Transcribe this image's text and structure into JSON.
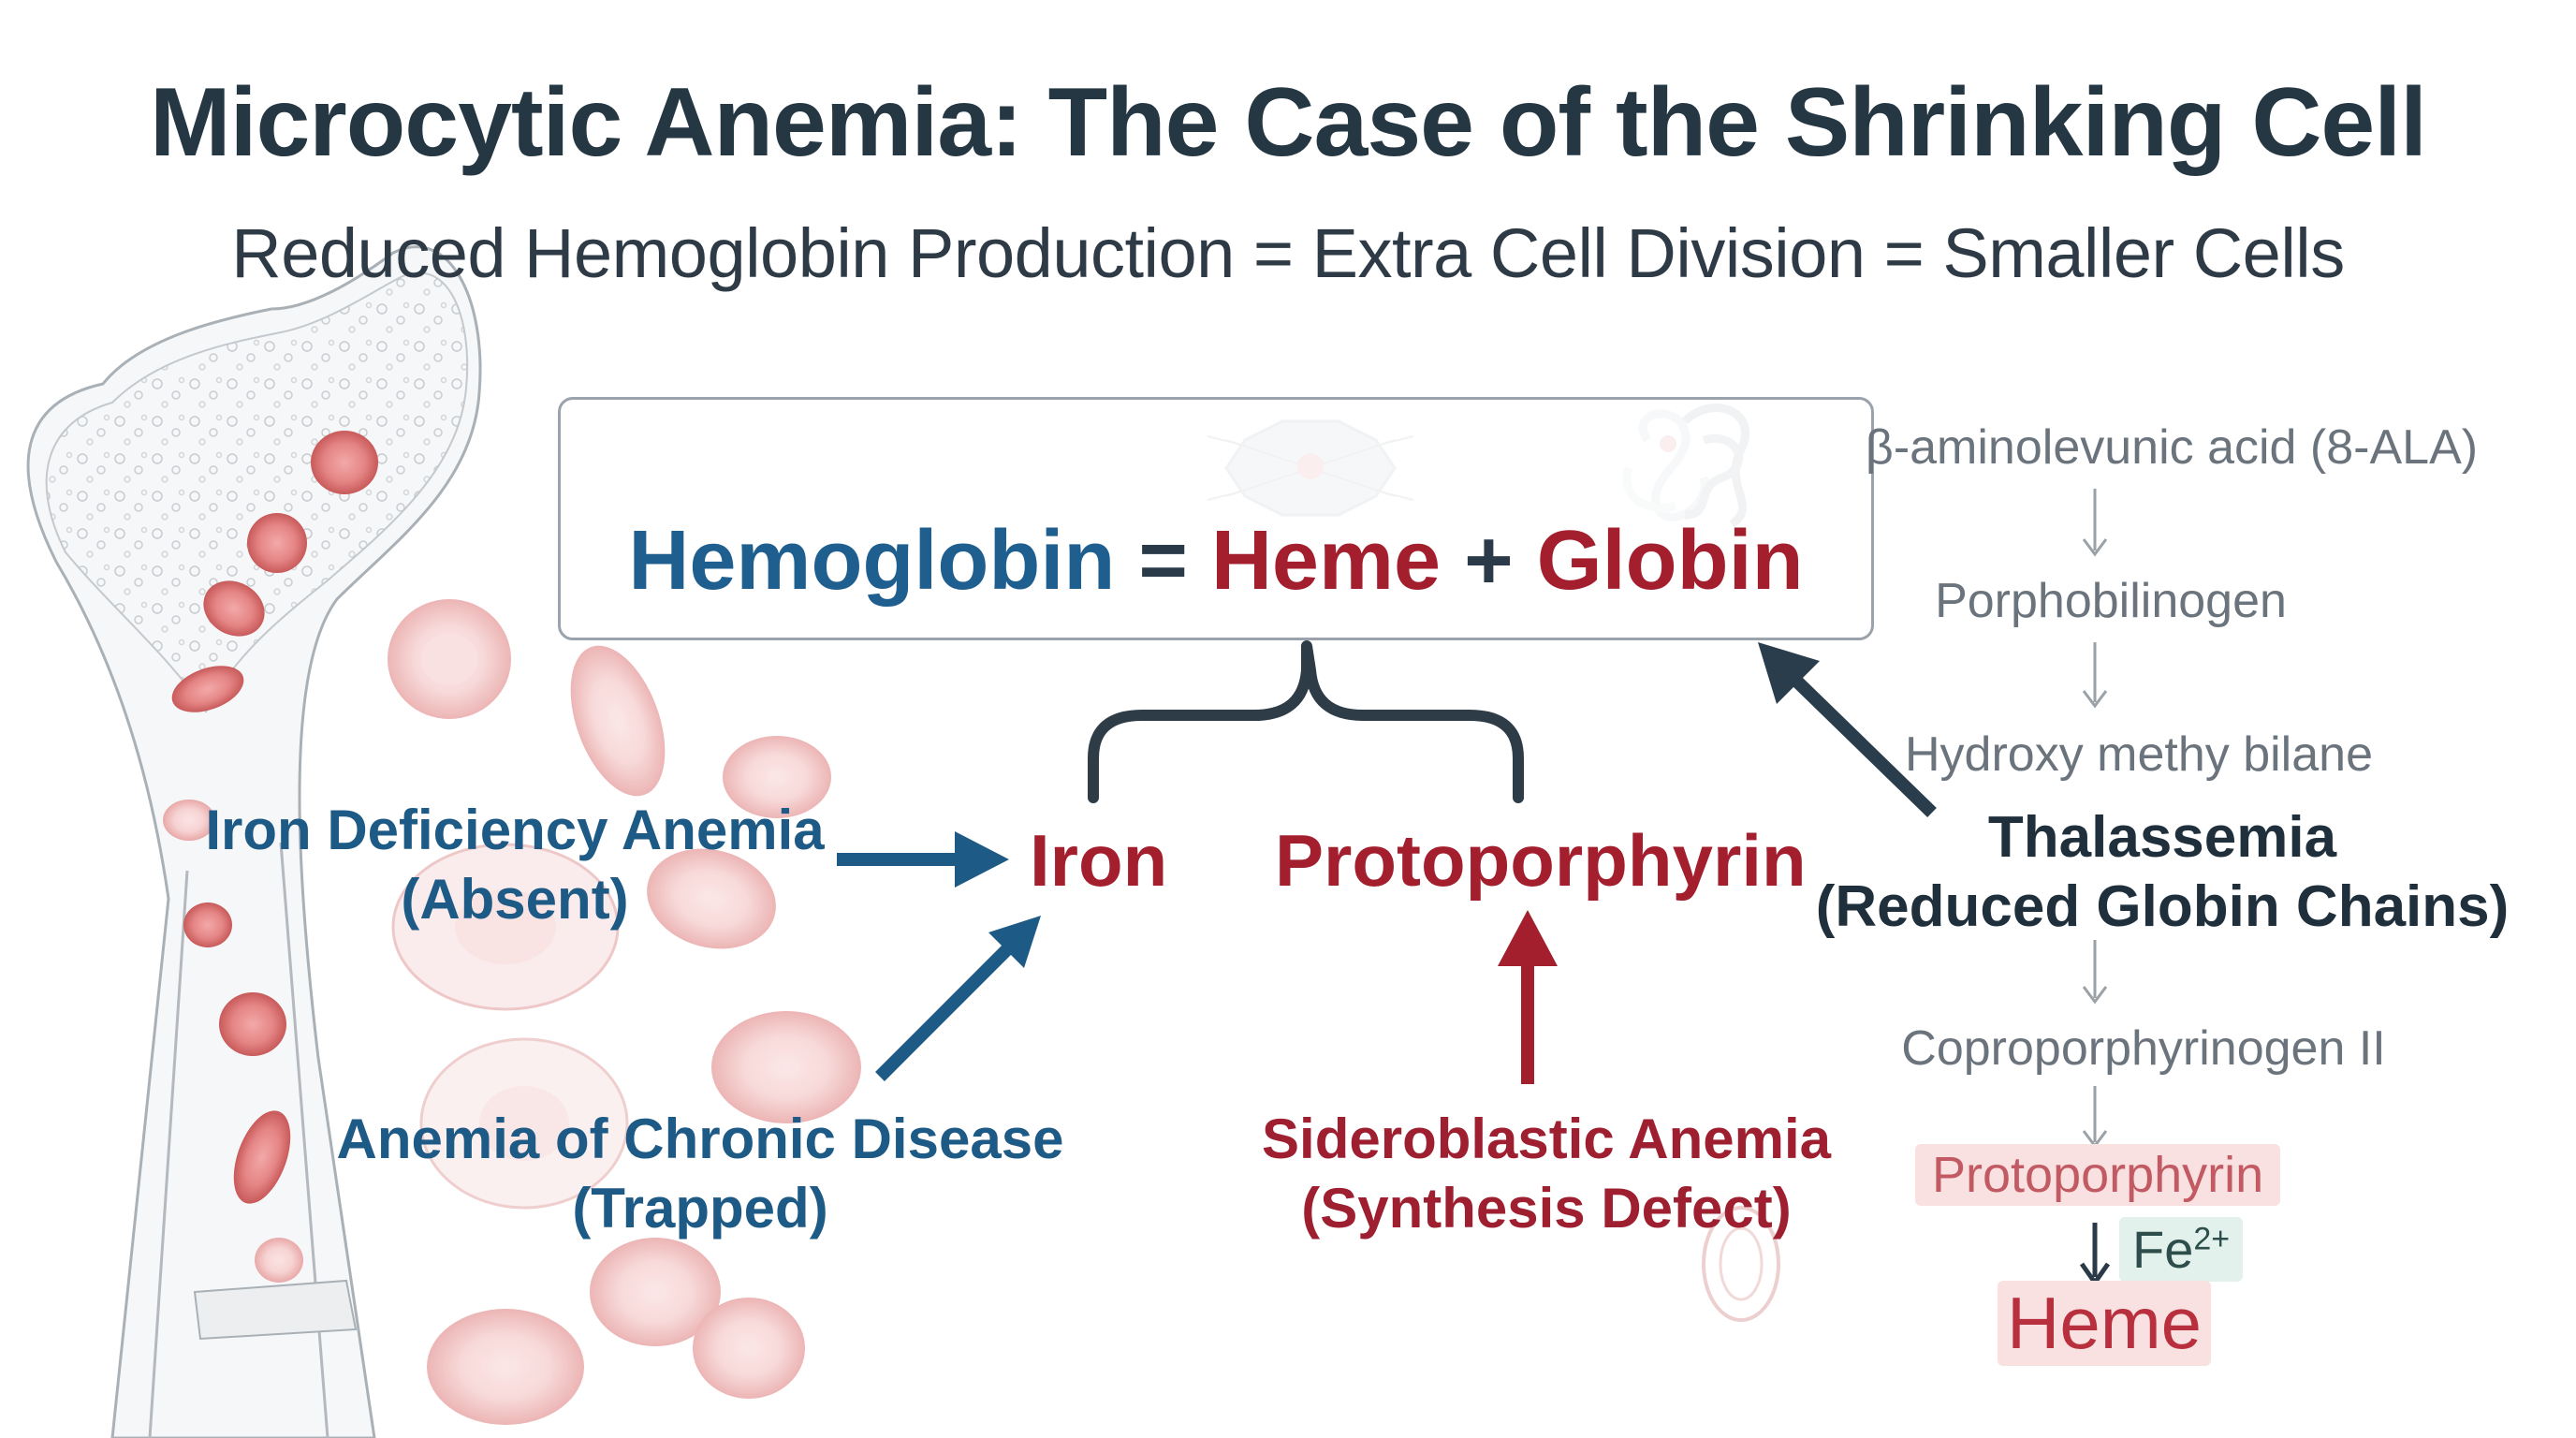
{
  "header": {
    "title": "Microcytic Anemia: The Case of the Shrinking Cell",
    "subtitle": "Reduced Hemoglobin Production = Extra Cell Division = Smaller Cells"
  },
  "equation": {
    "hemoglobin": "Hemoglobin",
    "equals": "=",
    "heme": "Heme",
    "plus": "+",
    "globin": "Globin"
  },
  "components": {
    "iron": "Iron",
    "protoporphyrin": "Protoporphyrin"
  },
  "causes": {
    "iron_deficiency": {
      "name": "Iron Deficiency Anemia",
      "note": "(Absent)"
    },
    "chronic_disease": {
      "name": "Anemia of Chronic Disease",
      "note": "(Trapped)"
    },
    "sideroblastic": {
      "name": "Sideroblastic Anemia",
      "note": "(Synthesis Defect)"
    },
    "thalassemia": {
      "name": "Thalassemia",
      "note": "(Reduced Globin Chains)"
    }
  },
  "pathway": {
    "step1": "β-aminolevunic acid (8-ALA)",
    "step2": "Porphobilinogen",
    "step3": "Hydroxy methy bilane",
    "step4": "Coproporphyrinogen II",
    "step5": "Protoporphyrin",
    "cofactor": "Fe",
    "cofactor_charge": "2+",
    "product": "Heme"
  },
  "colors": {
    "hemoglobin_blue": "#1f5f8f",
    "heme_red": "#a31f2e",
    "title_dark": "#263744",
    "arrow_blue": "#1e5a86",
    "arrow_dark": "#2a3d4c",
    "cell_pink": "#f2c4c4"
  }
}
